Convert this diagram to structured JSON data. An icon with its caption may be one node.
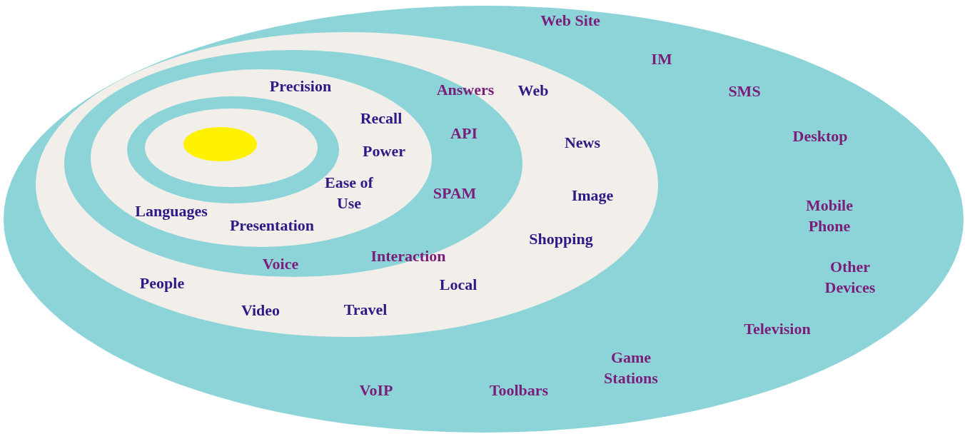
{
  "diagram": {
    "nodes": [
      {
        "text": [
          "Web Site",
          "IM",
          "SMS",
          "Desktop",
          "Mobile Phone",
          "Other Devices",
          "Television",
          "Game Stations",
          "Toolbars",
          "VoIP"
        ]
      },
      {
        "text": [
          "Web",
          "News",
          "Image",
          "Shopping",
          "Local",
          "Travel",
          "Video",
          "People"
        ],
        "in": 0
      },
      {
        "text": [
          "Answers",
          "API",
          "SPAM",
          "Interaction",
          "Voice"
        ],
        "in": 1
      },
      {
        "text": [
          "Precision",
          "Recall",
          "Power",
          "Ease of Use",
          "Presentation",
          "Languages"
        ],
        "in": 2
      },
      {
        "text": [],
        "shape": "ellipse",
        "in": 3
      },
      {
        "text": [],
        "shape": "ellipse",
        "in": 4
      },
      {
        "text": [],
        "shape": "ellipse",
        "in": 5
      }
    ]
  }
}
